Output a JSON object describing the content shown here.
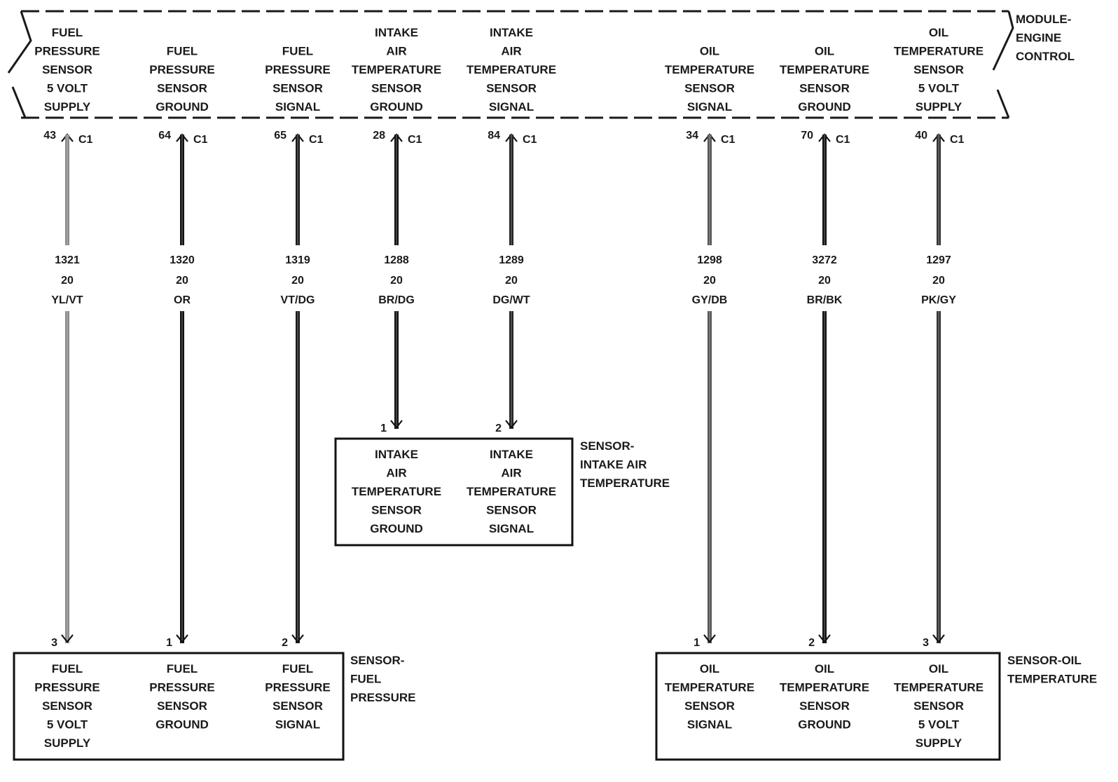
{
  "module": {
    "name_lines": [
      "MODULE-",
      "ENGINE",
      "CONTROL"
    ],
    "connector": "C1"
  },
  "circuits": [
    {
      "id": "fp-5v",
      "module_label": [
        "FUEL",
        "PRESSURE",
        "SENSOR",
        "5 VOLT",
        "SUPPLY"
      ],
      "module_pin": "43",
      "circuit_number": "1321",
      "gauge": "20",
      "color_code": "YL/VT",
      "wire_color": "#8a8a8a",
      "sensor_pin": "3",
      "sensor": "fuel-pressure"
    },
    {
      "id": "fp-gnd",
      "module_label": [
        "FUEL",
        "PRESSURE",
        "SENSOR",
        "GROUND"
      ],
      "module_pin": "64",
      "circuit_number": "1320",
      "gauge": "20",
      "color_code": "OR",
      "wire_color": "#111111",
      "sensor_pin": "1",
      "sensor": "fuel-pressure"
    },
    {
      "id": "fp-sig",
      "module_label": [
        "FUEL",
        "PRESSURE",
        "SENSOR",
        "SIGNAL"
      ],
      "module_pin": "65",
      "circuit_number": "1319",
      "gauge": "20",
      "color_code": "VT/DG",
      "wire_color": "#1a1a1a",
      "sensor_pin": "2",
      "sensor": "fuel-pressure"
    },
    {
      "id": "iat-gnd",
      "module_label": [
        "INTAKE",
        "AIR",
        "TEMPERATURE",
        "SENSOR",
        "GROUND"
      ],
      "module_pin": "28",
      "circuit_number": "1288",
      "gauge": "20",
      "color_code": "BR/DG",
      "wire_color": "#111111",
      "sensor_pin": "1",
      "sensor": "intake-air"
    },
    {
      "id": "iat-sig",
      "module_label": [
        "INTAKE",
        "AIR",
        "TEMPERATURE",
        "SENSOR",
        "SIGNAL"
      ],
      "module_pin": "84",
      "circuit_number": "1289",
      "gauge": "20",
      "color_code": "DG/WT",
      "wire_color": "#222222",
      "sensor_pin": "2",
      "sensor": "intake-air"
    },
    {
      "id": "ot-sig",
      "module_label": [
        "OIL",
        "TEMPERATURE",
        "SENSOR",
        "SIGNAL"
      ],
      "module_pin": "34",
      "circuit_number": "1298",
      "gauge": "20",
      "color_code": "GY/DB",
      "wire_color": "#555555",
      "sensor_pin": "1",
      "sensor": "oil-temp"
    },
    {
      "id": "ot-gnd",
      "module_label": [
        "OIL",
        "TEMPERATURE",
        "SENSOR",
        "GROUND"
      ],
      "module_pin": "70",
      "circuit_number": "3272",
      "gauge": "20",
      "color_code": "BR/BK",
      "wire_color": "#111111",
      "sensor_pin": "2",
      "sensor": "oil-temp"
    },
    {
      "id": "ot-5v",
      "module_label": [
        "OIL",
        "TEMPERATURE",
        "SENSOR",
        "5 VOLT",
        "SUPPLY"
      ],
      "module_pin": "40",
      "circuit_number": "1297",
      "gauge": "20",
      "color_code": "PK/GY",
      "wire_color": "#333333",
      "sensor_pin": "3",
      "sensor": "oil-temp"
    }
  ],
  "sensors": {
    "fuel-pressure": {
      "name_lines": [
        "SENSOR-",
        "FUEL",
        "PRESSURE"
      ],
      "pin_labels": [
        [
          "FUEL",
          "PRESSURE",
          "SENSOR",
          "5 VOLT",
          "SUPPLY"
        ],
        [
          "FUEL",
          "PRESSURE",
          "SENSOR",
          "GROUND"
        ],
        [
          "FUEL",
          "PRESSURE",
          "SENSOR",
          "SIGNAL"
        ]
      ]
    },
    "intake-air": {
      "name_lines": [
        "SENSOR-",
        "INTAKE AIR",
        "TEMPERATURE"
      ],
      "pin_labels": [
        [
          "INTAKE",
          "AIR",
          "TEMPERATURE",
          "SENSOR",
          "GROUND"
        ],
        [
          "INTAKE",
          "AIR",
          "TEMPERATURE",
          "SENSOR",
          "SIGNAL"
        ]
      ]
    },
    "oil-temp": {
      "name_lines": [
        "SENSOR-OIL",
        "TEMPERATURE"
      ],
      "pin_labels": [
        [
          "OIL",
          "TEMPERATURE",
          "SENSOR",
          "SIGNAL"
        ],
        [
          "OIL",
          "TEMPERATURE",
          "SENSOR",
          "GROUND"
        ],
        [
          "OIL",
          "TEMPERATURE",
          "SENSOR",
          "5 VOLT",
          "SUPPLY"
        ]
      ]
    }
  }
}
